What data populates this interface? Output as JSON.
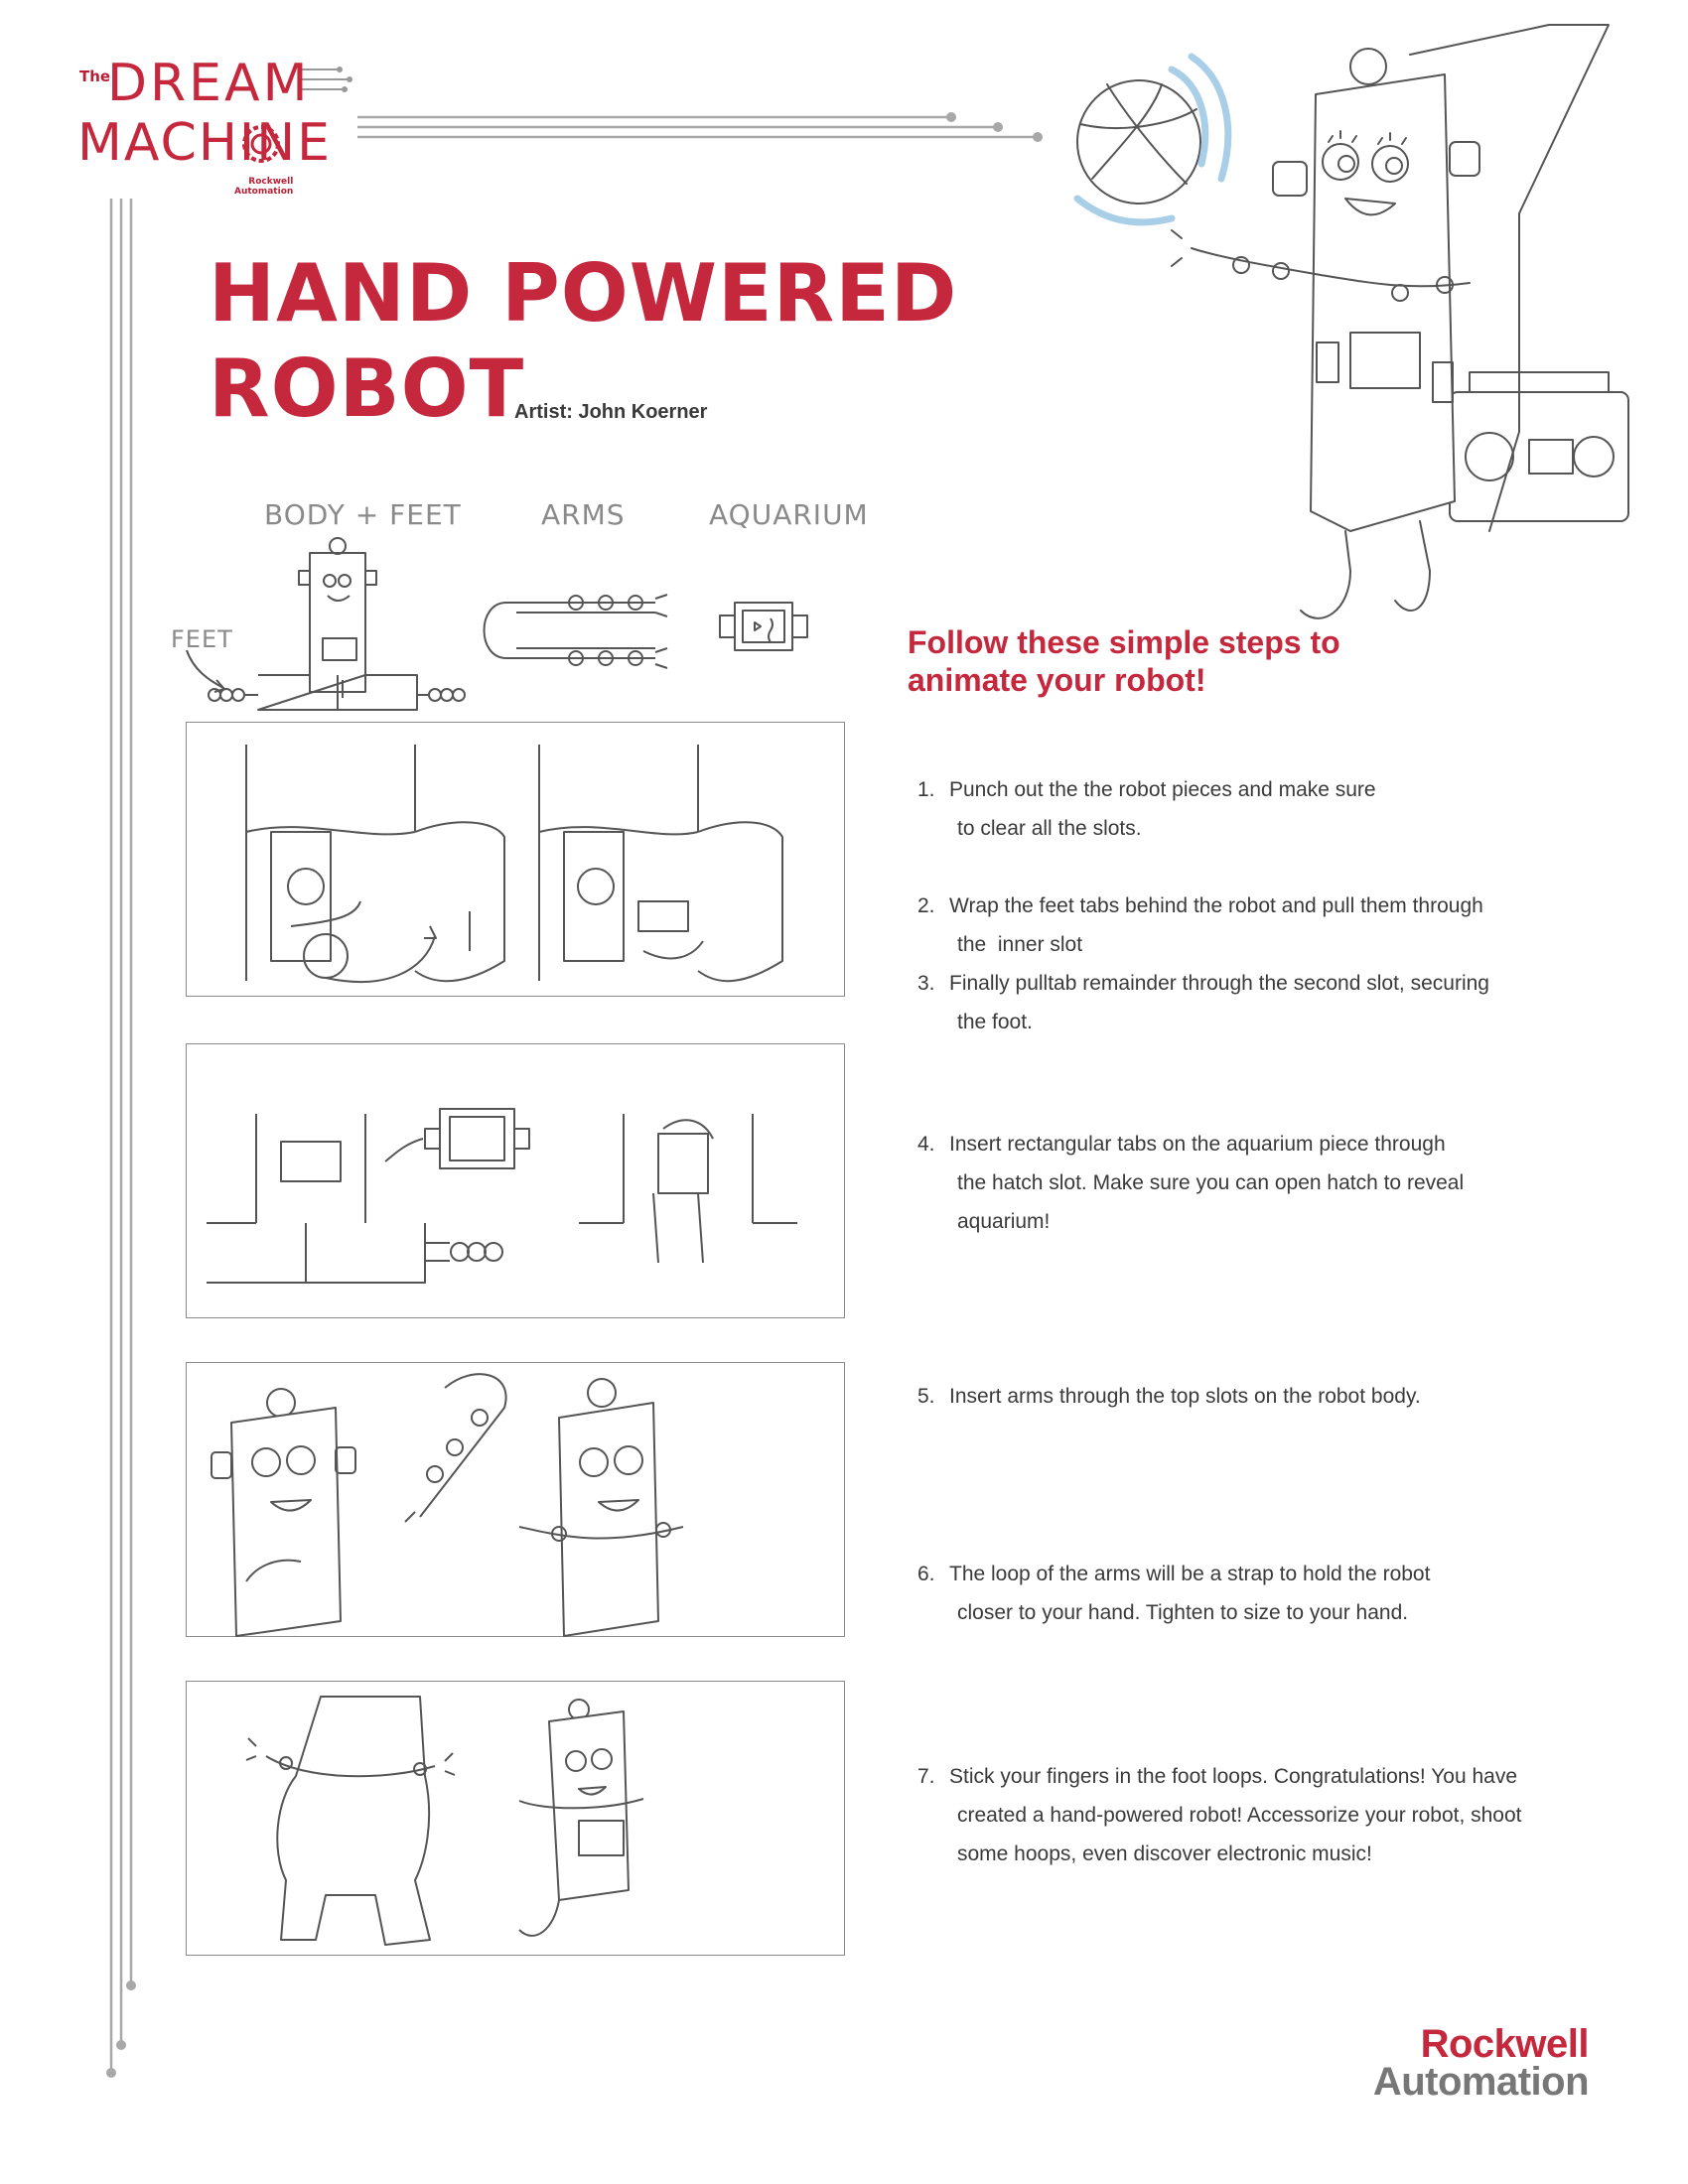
{
  "logo": {
    "the": "The",
    "line1": "DREAM",
    "line2": "MACHINE",
    "brand_line1": "Rockwell",
    "brand_line2": "Automation"
  },
  "title": {
    "line1": "HAND POWERED",
    "line2": "ROBOT",
    "artist": "Artist: John Koerner"
  },
  "pieces": {
    "body_feet": "BODY + FEET",
    "arms": "ARMS",
    "aquarium": "AQUARIUM",
    "feet": "FEET"
  },
  "headline": {
    "line1": "Follow these simple steps to",
    "line2": "animate your robot!"
  },
  "steps": [
    {
      "num": "1.",
      "lines": [
        "Punch out the the robot pieces and make sure",
        "to clear all the slots."
      ]
    },
    {
      "num": "2.",
      "lines": [
        "Wrap the feet tabs behind the robot and pull them through",
        "the  inner slot"
      ]
    },
    {
      "num": "3.",
      "lines": [
        "Finally pulltab remainder through the second slot, securing",
        "the foot."
      ]
    },
    {
      "num": "4.",
      "lines": [
        "Insert rectangular tabs on the aquarium piece through",
        "the hatch slot. Make sure you can open hatch to reveal",
        "aquarium!"
      ]
    },
    {
      "num": "5.",
      "lines": [
        "Insert arms through the top slots on the robot body."
      ]
    },
    {
      "num": "6.",
      "lines": [
        "The loop of the arms will be a strap to hold the robot",
        "closer to your hand. Tighten to size to your hand."
      ]
    },
    {
      "num": "7.",
      "lines": [
        "Stick your fingers in the foot loops.  Congratulations! You have",
        "created a hand-powered robot! Accessorize your robot, shoot",
        "some hoops, even discover electronic music!"
      ]
    }
  ],
  "footer": {
    "line1": "Rockwell",
    "line2": "Automation"
  },
  "colors": {
    "brand_red": "#c5283d",
    "line_gray": "#8a8a8a",
    "ball_blue": "#a9cfe8"
  }
}
